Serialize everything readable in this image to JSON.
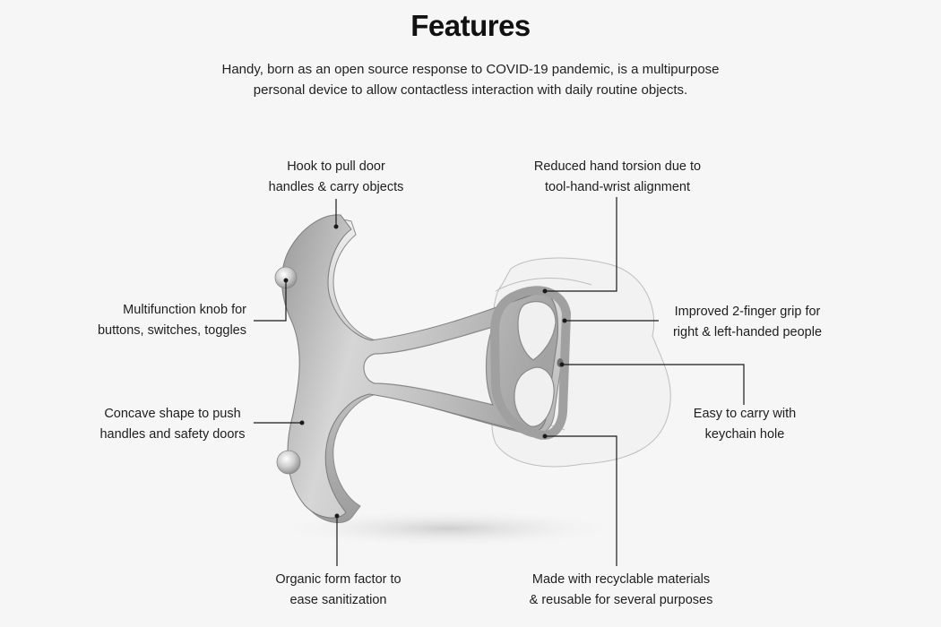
{
  "header": {
    "title": "Features",
    "subtitle_line1": "Handy, born as an open source response to COVID-19 pandemic, is a multipurpose",
    "subtitle_line2": "personal device to allow contactless interaction with daily routine objects."
  },
  "callouts": {
    "hook": [
      "Hook to pull door",
      "handles & carry objects"
    ],
    "torsion": [
      "Reduced hand torsion due to",
      "tool-hand-wrist alignment"
    ],
    "knob": [
      "Multifunction knob for",
      "buttons, switches, toggles"
    ],
    "grip": [
      "Improved 2-finger grip for",
      "right & left-handed people"
    ],
    "concave": [
      "Concave shape to push",
      "handles and safety doors"
    ],
    "keychain": [
      "Easy to carry with",
      "keychain hole"
    ],
    "organic": [
      "Organic form factor to",
      "ease sanitization"
    ],
    "recyclable": [
      "Made with recyclable materials",
      "& reusable for several purposes"
    ]
  },
  "colors": {
    "background": "#f6f6f6",
    "metal_light": "#d9d9d9",
    "metal_dark": "#8f8f8f",
    "leader_line": "#1a1a1a"
  }
}
